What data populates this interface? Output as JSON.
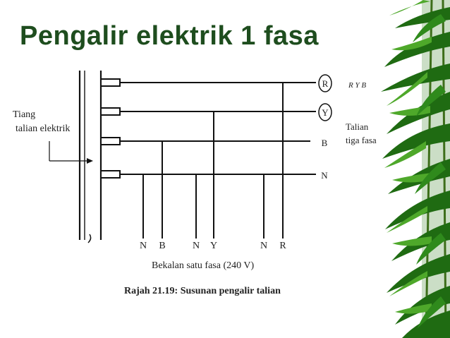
{
  "slide": {
    "title": "Pengalir elektrik 1 fasa"
  },
  "diagram": {
    "pole_label_line1": "Tiang",
    "pole_label_line2": "talian elektrik",
    "phase_labels": {
      "r": "R",
      "y": "Y",
      "b": "B",
      "n": "N"
    },
    "side_label_line1": "Talian",
    "side_label_line2": "tiga fasa",
    "handwritten_note": "R Y B",
    "drop_labels": [
      "N",
      "B",
      "N",
      "Y",
      "N",
      "R"
    ],
    "supply_label": "Bekalan satu fasa (240 V)",
    "caption": "Rajah 21.19: Susunan pengalir talian"
  },
  "colors": {
    "title": "#1e4d1e",
    "line": "#111111",
    "bamboo_dark": "#1f6b12",
    "bamboo_light": "#4ea82a"
  }
}
